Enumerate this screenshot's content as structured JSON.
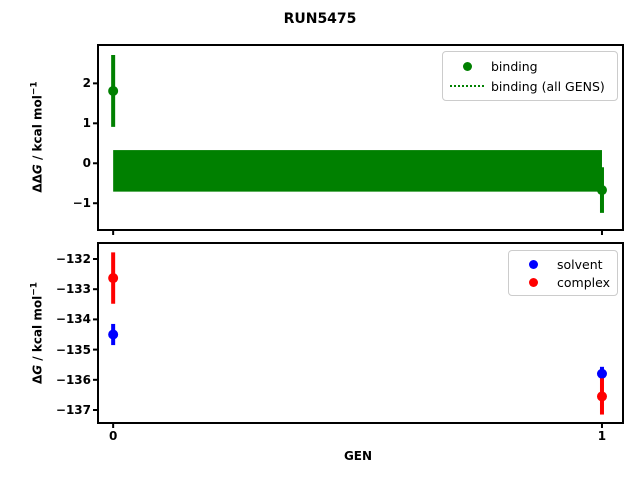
{
  "chart_data": {
    "type": "scatter",
    "title": "RUN5475",
    "xlabel": "GEN",
    "xlim": [
      -0.031,
      1.043
    ],
    "xticks": [
      {
        "v": 0,
        "label": "0"
      },
      {
        "v": 1,
        "label": "1"
      }
    ],
    "panels": [
      {
        "id": "top",
        "ylabel": {
          "pre": "ΔΔ",
          "var": "G",
          "unit": " / kcal mol",
          "sup": "−1"
        },
        "ylim": [
          -1.67,
          2.96
        ],
        "grid": false,
        "yticks": [
          {
            "v": 2,
            "label": "2"
          },
          {
            "v": 1,
            "label": "1"
          },
          {
            "v": 0,
            "label": "0"
          },
          {
            "v": -1,
            "label": "−1"
          }
        ],
        "series": [
          {
            "name": "binding",
            "color": "#008000",
            "marker": "circle",
            "points": [
              {
                "x": 0,
                "y": 1.81,
                "yerr": 0.9
              },
              {
                "x": 1,
                "y": -0.67,
                "yerr": 0.57
              }
            ]
          }
        ],
        "band": {
          "name": "binding (all GENS)",
          "color": "#008000",
          "linestyle": "dotted",
          "x_from": 0,
          "x_to": 1,
          "y_center": -0.19,
          "y_low": -0.71,
          "y_high": 0.33
        },
        "legend": [
          {
            "label": "binding",
            "glyph": "dot",
            "color": "#008000"
          },
          {
            "label": "binding (all GENS)",
            "glyph": "dotted-line",
            "color": "#008000"
          }
        ],
        "legend_position": "upper right"
      },
      {
        "id": "bottom",
        "ylabel": {
          "pre": "Δ",
          "var": "G",
          "unit": " / kcal mol",
          "sup": "−1"
        },
        "ylim": [
          -137.43,
          -131.47
        ],
        "grid": false,
        "yticks": [
          {
            "v": -132,
            "label": "−132"
          },
          {
            "v": -133,
            "label": "−133"
          },
          {
            "v": -134,
            "label": "−134"
          },
          {
            "v": -135,
            "label": "−135"
          },
          {
            "v": -136,
            "label": "−136"
          },
          {
            "v": -137,
            "label": "−137"
          }
        ],
        "series": [
          {
            "name": "solvent",
            "color": "#0000ff",
            "marker": "circle",
            "points": [
              {
                "x": 0,
                "y": -134.5,
                "yerr": 0.35
              },
              {
                "x": 1,
                "y": -135.8,
                "yerr": 0.23
              }
            ]
          },
          {
            "name": "complex",
            "color": "#ff0000",
            "marker": "circle",
            "points": [
              {
                "x": 0,
                "y": -132.63,
                "yerr": 0.85
              },
              {
                "x": 1,
                "y": -136.55,
                "yerr": 0.6
              }
            ]
          }
        ],
        "legend": [
          {
            "label": "solvent",
            "glyph": "dot",
            "color": "#0000ff"
          },
          {
            "label": "complex",
            "glyph": "dot",
            "color": "#ff0000"
          }
        ],
        "legend_position": "upper right"
      }
    ],
    "colors": {
      "binding": "#008000",
      "solvent": "#0000ff",
      "complex": "#ff0000",
      "axes": "#000000",
      "legend_border": "#cccccc"
    }
  }
}
